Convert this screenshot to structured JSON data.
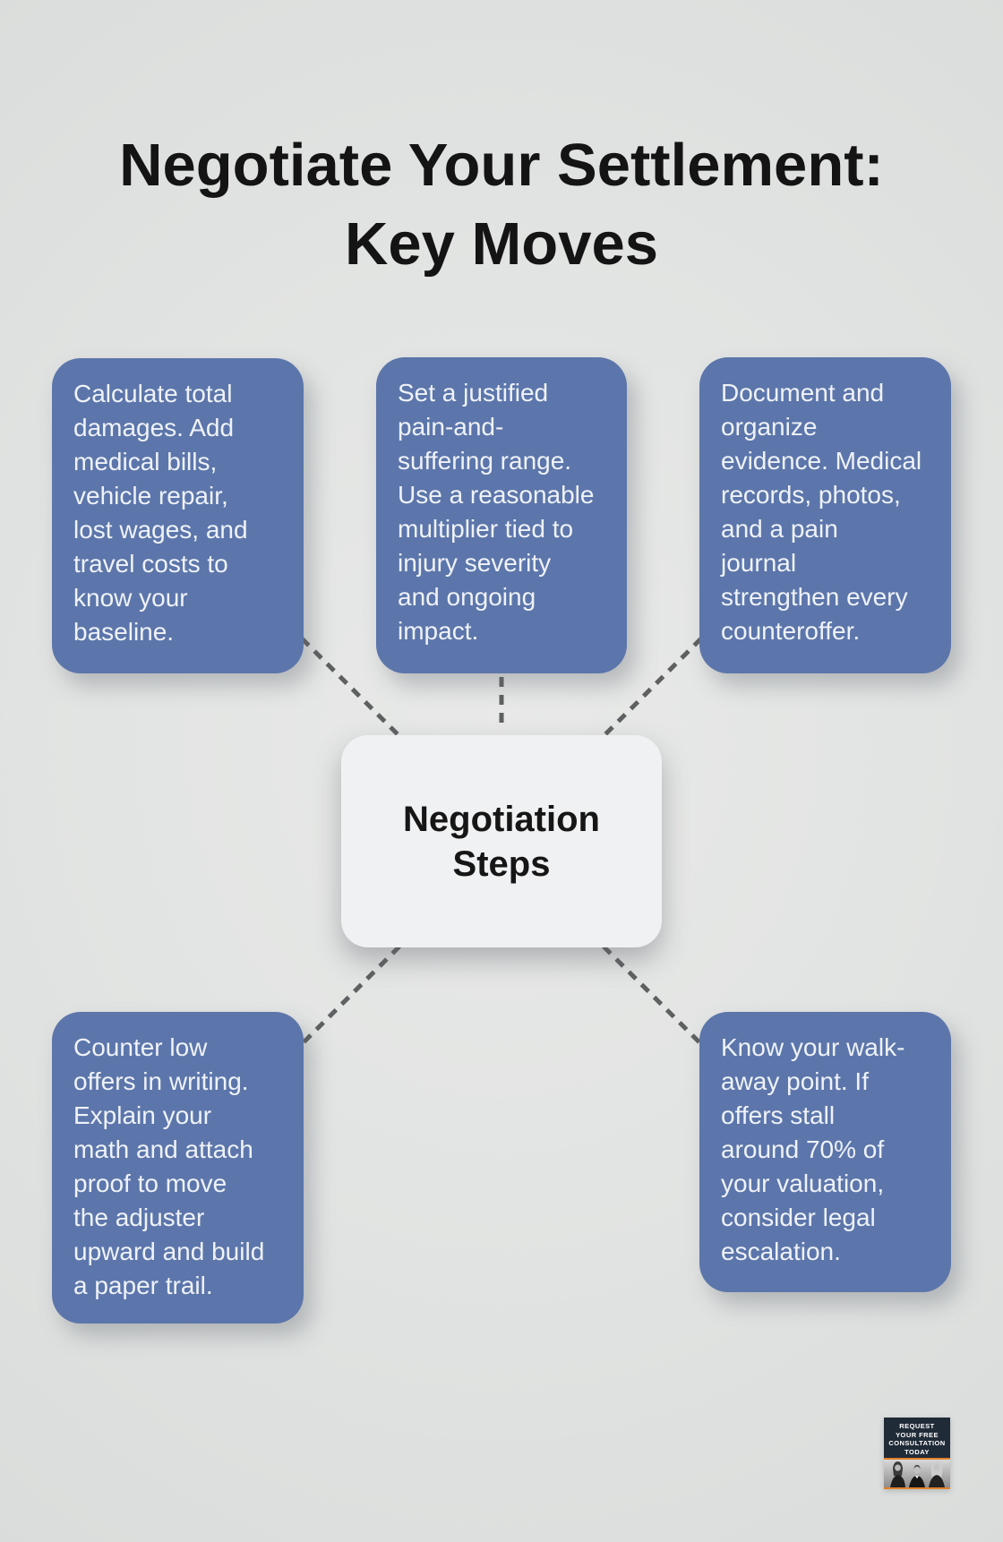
{
  "title": {
    "line1": "Negotiate Your Settlement:",
    "line2": "Key Moves"
  },
  "center_node": {
    "label": "Negotiation\nSteps"
  },
  "nodes": [
    {
      "id": "calculate-damages",
      "position": "top-left",
      "text": "Calculate total\ndamages. Add\nmedical bills,\nvehicle repair,\nlost wages, and\ntravel costs to\nknow your\nbaseline."
    },
    {
      "id": "pain-and-suffering-range",
      "position": "top-middle",
      "text": "Set a justified\npain-and-\nsuffering range.\nUse a reasonable\nmultiplier tied to\ninjury severity\nand ongoing\nimpact."
    },
    {
      "id": "document-evidence",
      "position": "top-right",
      "text": "Document and\norganize\nevidence. Medical\nrecords, photos,\nand a pain\njournal\nstrengthen every\ncounteroffer."
    },
    {
      "id": "counter-low-offers",
      "position": "bottom-left",
      "text": "Counter low\noffers in writing.\nExplain your\nmath and attach\nproof to move\nthe adjuster\nupward and build\na paper trail."
    },
    {
      "id": "walk-away-point",
      "position": "bottom-right",
      "text": "Know your walk-\naway point. If\noffers stall\naround 70% of\nyour valuation,\nconsider legal\nescalation."
    }
  ],
  "badge": {
    "lines": [
      "REQUEST",
      "YOUR FREE",
      "CONSULTATION",
      "TODAY"
    ]
  },
  "colors": {
    "background": "#E0E2E1",
    "node_blue": "#5C76AB",
    "node_text": "#EFF2F7",
    "center_node_bg": "#F0F1F2",
    "title_text": "#141414",
    "dash_line": "#5E6061",
    "badge_navy": "#202B38",
    "badge_orange": "#E0812A"
  }
}
